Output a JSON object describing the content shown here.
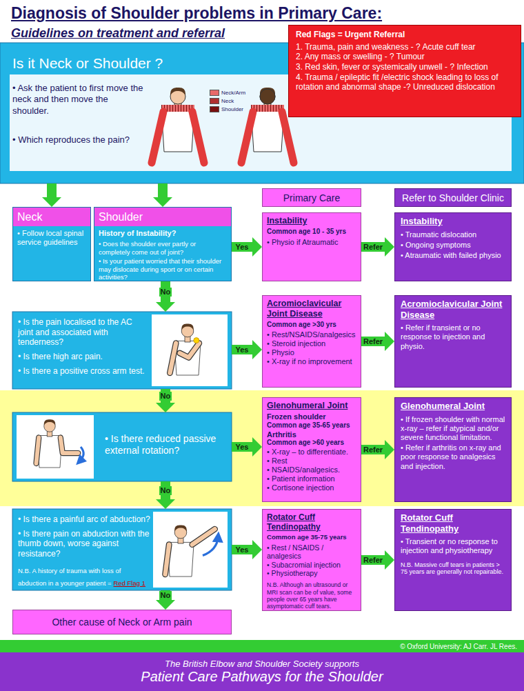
{
  "diagram": {
    "title": "Diagnosis of Shoulder problems in Primary Care:",
    "nodes": [
      {
        "text": [
          "Red Flags = Urgent Referral",
          "1. Trauma, pain and weakness - ? Acute cuff tear",
          "2. Any mass or swelling - ? Tumour",
          "3. Red skin, fever or systemically unwell - ? Infection",
          "4. Trauma / epileptic fit /electric shock leading to loss of rotation and abnormal shape -? Unreduced dislocation"
        ]
      },
      {
        "text": [
          "Is it Neck or Shoulder ?",
          "• Ask the patient to first move the neck and then move the shoulder.",
          "• Which reproduces the pain?"
        ]
      },
      {
        "text": [
          "Primary Care"
        ]
      },
      {
        "text": [
          "Refer to Shoulder Clinic"
        ]
      },
      {
        "text": [
          "Neck",
          "• Follow local spinal service guidelines"
        ]
      },
      {
        "text": [
          "Shoulder",
          "History of Instability?",
          "• Does the shoulder ever partly or completely come out of joint?",
          "• Is your patient worried that their shoulder may dislocate during sport or on certain activities?"
        ]
      },
      {
        "text": [
          "Instability",
          "Common age 10 - 35 yrs",
          "• Physio if Atraumatic"
        ]
      },
      {
        "text": [
          "Instability",
          "• Traumatic dislocation",
          "• Ongoing symptoms",
          "• Atraumatic with failed physio"
        ]
      },
      {
        "text": [
          "• Is the pain localised to the AC joint and associated with tenderness?",
          "• Is there high arc pain.",
          "• Is there a positive cross arm test."
        ]
      },
      {
        "text": [
          "Acromioclavicular Joint Disease",
          "Common age >30 yrs",
          "• Rest/NSAIDS/analgesics",
          "• Steroid injection",
          "• Physio",
          "• X-ray if no improvement"
        ]
      },
      {
        "text": [
          "Acromioclavicular Joint Disease",
          "• Refer if transient or no response to injection and physio."
        ]
      },
      {
        "text": [
          "• Is there reduced passive external rotation?"
        ]
      },
      {
        "text": [
          "Glenohumeral Joint",
          "Frozen shoulder",
          "Common age 35-65 years",
          "Arthritis",
          "Common age >60 years",
          "• X-ray – to differentiate.",
          "• Rest",
          "• NSAIDS/analgesics.",
          "• Patient information",
          "• Cortisone injection"
        ]
      },
      {
        "text": [
          "Glenohumeral Joint",
          "• If frozen shoulder with normal x-ray – refer if atypical and/or severe functional limitation.",
          "• Refer if arthritis on x-ray and poor response to analgesics and injection."
        ]
      },
      {
        "text": [
          "• Is there a painful arc of abduction?",
          "• Is there pain on abduction with the thumb down, worse against resistance?",
          "N.B. A history of trauma with loss of abduction in a younger patient =",
          "Red Flag 1"
        ]
      },
      {
        "text": [
          "Rotator Cuff Tendinopathy",
          "Common age 35-75 years",
          "• Rest / NSAIDS / analgesics",
          "• Subacromial injection",
          "• Physiotherapy",
          "N.B. Although an ultrasound or MRI scan can be of value, some people over 65 years have asymptomatic cuff tears."
        ]
      },
      {
        "text": [
          "Rotator Cuff Tendinopathy",
          "• Transient or no response to injection and physiotherapy",
          "N.B. Massive cuff tears in patients > 75 years are generally not repairable."
        ]
      },
      {
        "text": [
          "Other cause of Neck or Arm pain"
        ]
      },
      {
        "text": [
          "© Oxford University: AJ Carr. JL Rees."
        ]
      },
      {
        "text": [
          "The British Elbow and Shoulder Society supports",
          "Patient Care Pathways for the Shoulder"
        ]
      }
    ],
    "edges": [
      {
        "from": 1,
        "to": 4,
        "arrow": "to"
      },
      {
        "from": 1,
        "to": 5,
        "arrow": "to"
      },
      {
        "from": 5,
        "to": 6,
        "label": "Yes",
        "arrow": "to"
      },
      {
        "from": 6,
        "to": 7,
        "label": "Refer",
        "arrow": "to"
      },
      {
        "from": 5,
        "to": 8,
        "label": "No",
        "arrow": "to"
      },
      {
        "from": 8,
        "to": 9,
        "label": "Yes",
        "arrow": "to"
      },
      {
        "from": 9,
        "to": 10,
        "label": "Refer",
        "arrow": "to"
      },
      {
        "from": 8,
        "to": 11,
        "label": "No",
        "arrow": "to"
      },
      {
        "from": 11,
        "to": 12,
        "label": "Yes",
        "arrow": "to"
      },
      {
        "from": 12,
        "to": 13,
        "label": "Refer",
        "arrow": "to"
      },
      {
        "from": 11,
        "to": 14,
        "label": "No",
        "arrow": "to"
      },
      {
        "from": 14,
        "to": 15,
        "label": "Yes",
        "arrow": "to"
      },
      {
        "from": 15,
        "to": 16,
        "label": "Refer",
        "arrow": "to"
      },
      {
        "from": 14,
        "to": 17,
        "label": "No",
        "arrow": "to"
      }
    ],
    "labels": [
      "Guidelines on treatment and referral"
    ],
    "legend": [
      {
        "text": "Neck/Arm",
        "color": "#e86a6a"
      },
      {
        "text": "Neck",
        "color": "#b03030"
      },
      {
        "text": "Shoulder",
        "color": "#7a1010"
      }
    ]
  }
}
